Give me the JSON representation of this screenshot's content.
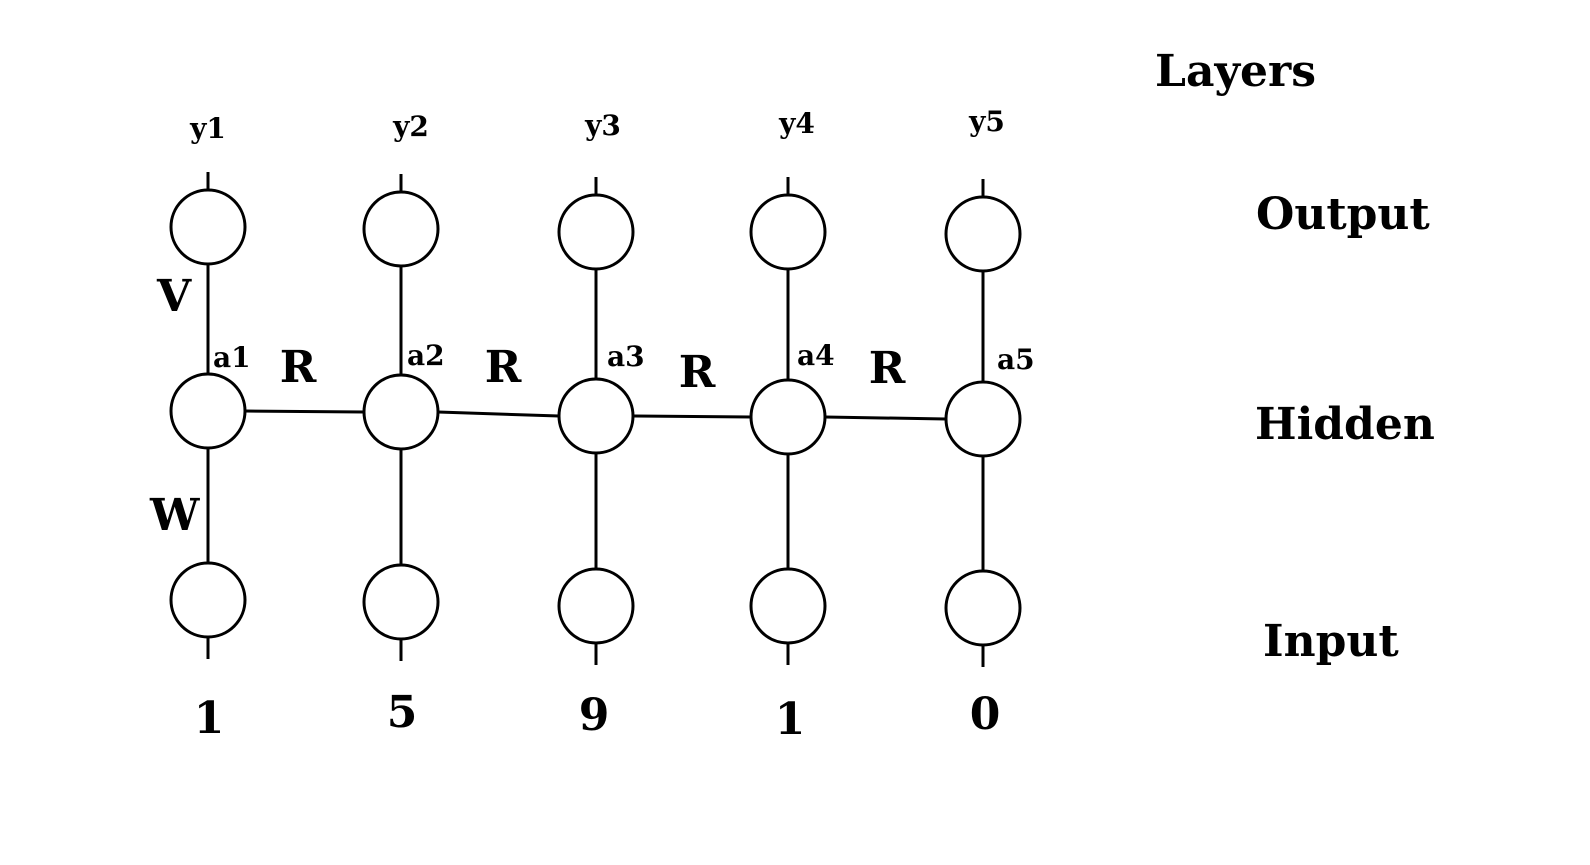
{
  "columns": [
    {
      "output": "y1",
      "hidden": "a1",
      "input": "1"
    },
    {
      "output": "y2",
      "hidden": "a2",
      "input": "5"
    },
    {
      "output": "y3",
      "hidden": "a3",
      "input": "9"
    },
    {
      "output": "y4",
      "hidden": "a4",
      "input": "1"
    },
    {
      "output": "y5",
      "hidden": "a5",
      "input": "0"
    }
  ],
  "weights": {
    "output_weight": "V",
    "input_weight": "W",
    "recurrent_weight": "R"
  },
  "layers": {
    "heading": "Layers",
    "output": "Output",
    "hidden": "Hidden",
    "input": "Input"
  }
}
